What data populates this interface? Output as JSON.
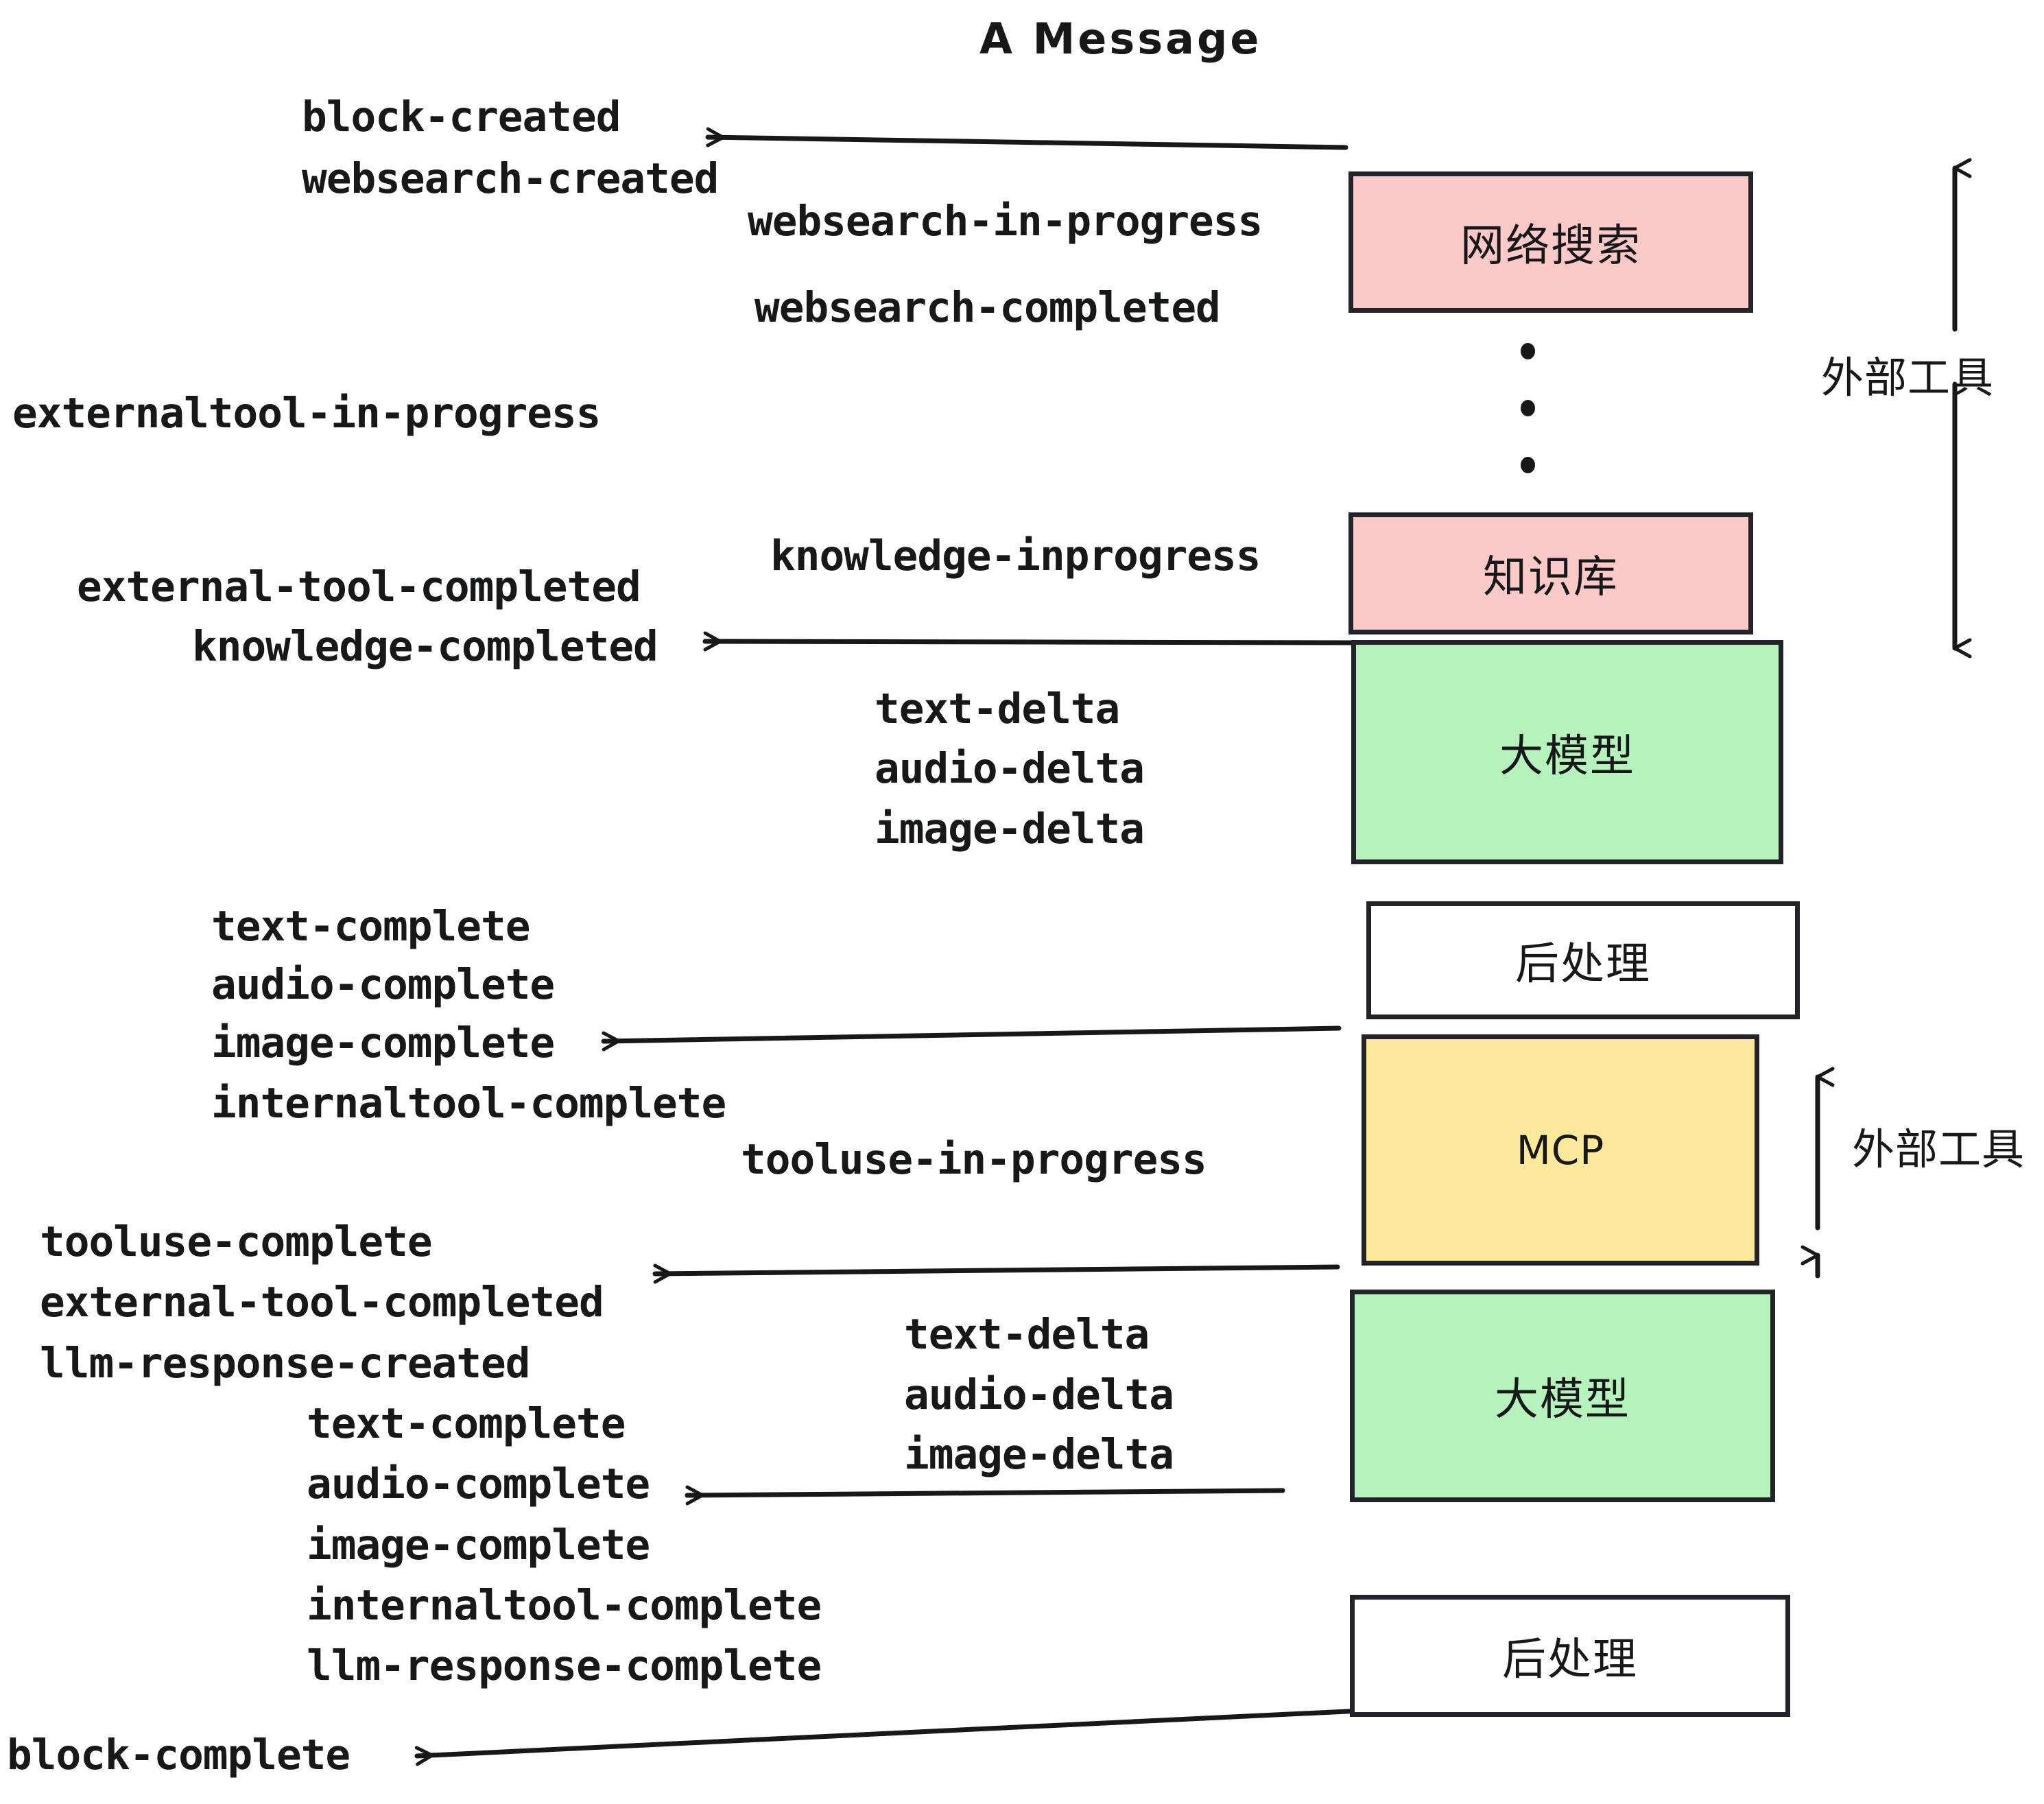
{
  "diagram": {
    "title": "A Message",
    "background": "#ffffff",
    "stroke_color": "#22242a",
    "text_color": "#17181a",
    "colors": {
      "pink": "#fcc9c9",
      "green": "#b6f2bc",
      "yellow": "#fce89a",
      "white": "#ffffff"
    }
  },
  "nodes": [
    {
      "id": "websearch",
      "label": "网络搜索",
      "fill": "#fcc9c9",
      "script": "cjk"
    },
    {
      "id": "knowledge",
      "label": "知识库",
      "fill": "#fcc9c9",
      "script": "cjk"
    },
    {
      "id": "llm-1",
      "label": "大模型",
      "fill": "#b6f2bc",
      "script": "cjk"
    },
    {
      "id": "postprocess-1",
      "label": "后处理",
      "fill": "#ffffff",
      "script": "cjk"
    },
    {
      "id": "mcp",
      "label": "MCP",
      "fill": "#fce89a",
      "script": "latin"
    },
    {
      "id": "llm-2",
      "label": "大模型",
      "fill": "#b6f2bc",
      "script": "cjk"
    },
    {
      "id": "postprocess-2",
      "label": "后处理",
      "fill": "#ffffff",
      "script": "cjk"
    }
  ],
  "group_labels": [
    {
      "id": "external-tools-top",
      "label": "外部工具"
    },
    {
      "id": "external-tools-bottom",
      "label": "外部工具"
    }
  ],
  "events": [
    {
      "id": "block-created",
      "text": "block-created"
    },
    {
      "id": "websearch-created",
      "text": "websearch-created"
    },
    {
      "id": "websearch-in-progress",
      "text": "websearch-in-progress"
    },
    {
      "id": "websearch-completed",
      "text": "websearch-completed"
    },
    {
      "id": "externaltool-in-progress",
      "text": "externaltool-in-progress"
    },
    {
      "id": "knowledge-inprogress",
      "text": "knowledge-inprogress"
    },
    {
      "id": "external-tool-completed-1",
      "text": "external-tool-completed"
    },
    {
      "id": "knowledge-completed",
      "text": "knowledge-completed"
    },
    {
      "id": "text-delta-1",
      "text": "text-delta"
    },
    {
      "id": "audio-delta-1",
      "text": "audio-delta"
    },
    {
      "id": "image-delta-1",
      "text": "image-delta"
    },
    {
      "id": "text-complete-1",
      "text": "text-complete"
    },
    {
      "id": "audio-complete-1",
      "text": "audio-complete"
    },
    {
      "id": "image-complete-1",
      "text": "image-complete"
    },
    {
      "id": "internaltool-complete-1",
      "text": "internaltool-complete"
    },
    {
      "id": "tooluse-in-progress",
      "text": "tooluse-in-progress"
    },
    {
      "id": "tooluse-complete",
      "text": "tooluse-complete"
    },
    {
      "id": "external-tool-completed-2",
      "text": "external-tool-completed"
    },
    {
      "id": "llm-response-created",
      "text": "llm-response-created"
    },
    {
      "id": "text-delta-2",
      "text": "text-delta"
    },
    {
      "id": "audio-delta-2",
      "text": "audio-delta"
    },
    {
      "id": "image-delta-2",
      "text": "image-delta"
    },
    {
      "id": "text-complete-2",
      "text": "text-complete"
    },
    {
      "id": "audio-complete-2",
      "text": "audio-complete"
    },
    {
      "id": "image-complete-2",
      "text": "image-complete"
    },
    {
      "id": "internaltool-complete-2",
      "text": "internaltool-complete"
    },
    {
      "id": "llm-response-complete",
      "text": "llm-response-complete"
    },
    {
      "id": "block-complete",
      "text": "block-complete"
    }
  ]
}
